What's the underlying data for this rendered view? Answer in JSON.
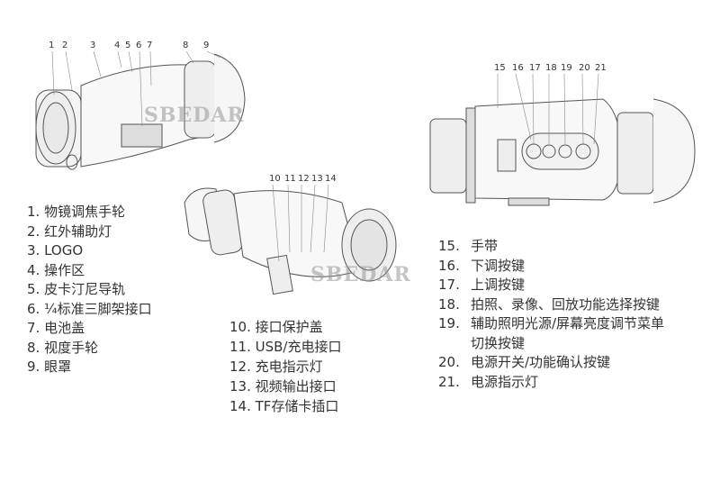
{
  "watermark": "SBEDAR",
  "callouts_device1": [
    "1",
    "2",
    "3",
    "4",
    "5",
    "6",
    "7",
    "8",
    "9"
  ],
  "callouts_device2": [
    "10",
    "11",
    "12",
    "13",
    "14"
  ],
  "callouts_device3": [
    "15",
    "16",
    "17",
    "18",
    "19",
    "20",
    "21"
  ],
  "list_left": [
    "1. 物镜调焦手轮",
    "2. 红外辅助灯",
    "3. LOGO",
    "4. 操作区",
    "5. 皮卡汀尼导轨",
    "6. ¼标准三脚架接口",
    "7. 电池盖",
    "8. 视度手轮",
    "9. 眼罩"
  ],
  "list_middle": [
    "10. 接口保护盖",
    "11. USB/充电接口",
    "12. 充电指示灯",
    "13. 视频输出接口",
    "14. TF存储卡插口"
  ],
  "list_right": [
    {
      "num": "15.",
      "text": "手带"
    },
    {
      "num": "16.",
      "text": "下调按键"
    },
    {
      "num": "17.",
      "text": "上调按键"
    },
    {
      "num": "18.",
      "text": "拍照、录像、回放功能选择按键"
    },
    {
      "num": "19.",
      "text": "辅助照明光源/屏幕亮度调节菜单"
    },
    {
      "num": "",
      "text": "切换按键"
    },
    {
      "num": "20.",
      "text": "电源开关/功能确认按键"
    },
    {
      "num": "21.",
      "text": "电源指示灯"
    }
  ]
}
